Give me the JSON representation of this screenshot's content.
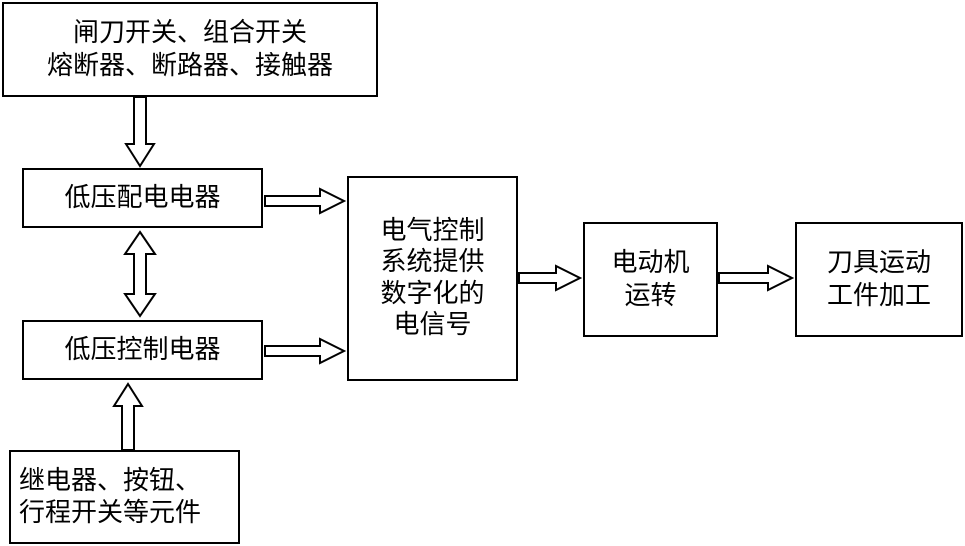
{
  "boxes": {
    "protection": {
      "lines": [
        "闸刀开关、组合开关",
        "熔断器、断路器、接触器"
      ]
    },
    "low_voltage_distribution": {
      "lines": [
        "低压配电电器"
      ]
    },
    "low_voltage_control": {
      "lines": [
        "低压控制电器"
      ]
    },
    "control_components": {
      "lines": [
        "继电器、按钮、",
        "行程开关等元件"
      ]
    },
    "electrical_control_system": {
      "lines": [
        "电气控制",
        "系统提供",
        "数字化的",
        "电信号"
      ]
    },
    "motor": {
      "lines": [
        "电动机",
        "运转"
      ]
    },
    "tool_motion": {
      "lines": [
        "刀具运动",
        "工件加工"
      ]
    }
  }
}
